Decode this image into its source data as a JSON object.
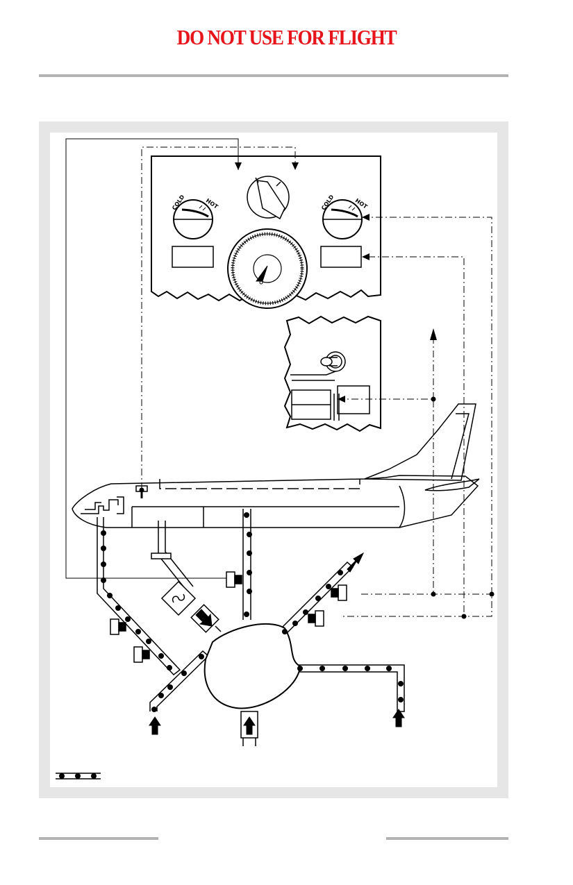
{
  "header": {
    "title": "DO NOT USE FOR FLIGHT"
  },
  "indicator_panel": {
    "left_gauge": {
      "cold_label": "COLD",
      "hot_label": "HOT"
    },
    "right_gauge": {
      "cold_label": "COLD",
      "hot_label": "HOT"
    }
  },
  "colors": {
    "warning_text": "#e8141b",
    "frame_gray": "#e6e6e6",
    "rule_gray": "#b3b3b3",
    "line": "#000000"
  },
  "icons": [
    "temperature-gauge-icon",
    "selector-knob-icon",
    "pressure-gauge-icon",
    "toggle-switch-icon",
    "fan-icon",
    "flow-arrow-icon",
    "sensor-icon",
    "airplane-outline",
    "duct-legend-icon"
  ]
}
